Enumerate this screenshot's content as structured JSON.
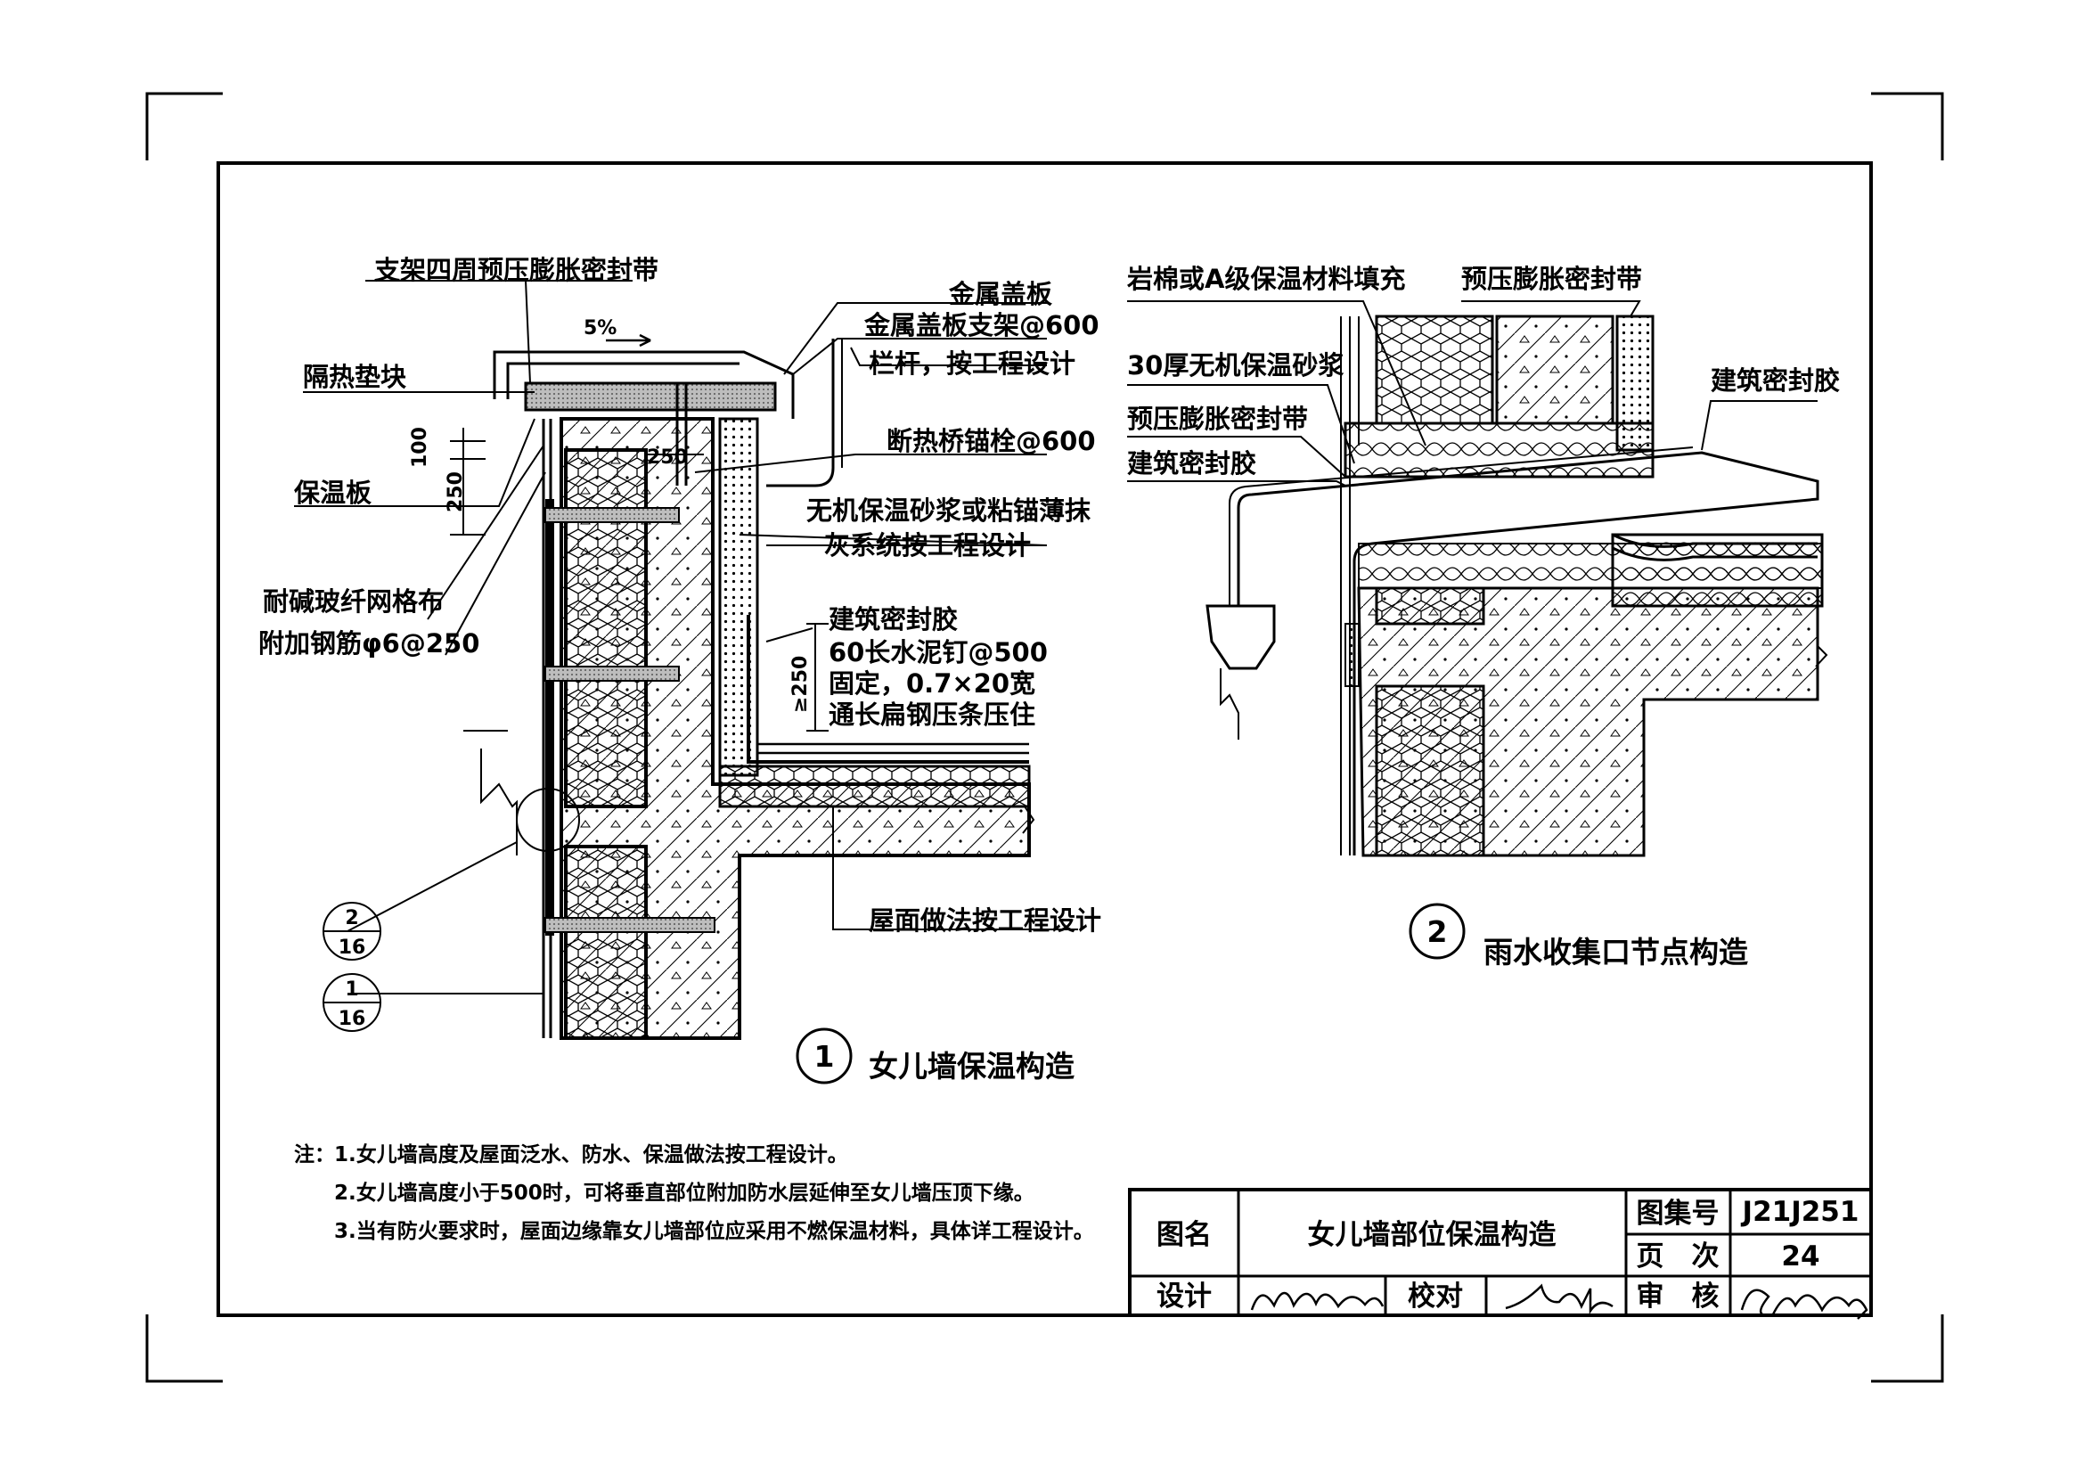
{
  "detail1": {
    "number": "1",
    "title": "女儿墙保温构造",
    "slope": "5%",
    "labels": {
      "metal_cap": "金属盖板",
      "metal_cap_bracket": "金属盖板支架@600",
      "railing": "栏杆，按工程设计",
      "bracket_tape": "支架四周预压膨胀密封带",
      "heat_pad": "隔热垫块",
      "insulation_board": "保温板",
      "anchor": "断热桥锚栓@600",
      "mortar_line1": "无机保温砂浆或粘锚薄抹",
      "mortar_line2": "灰系统按工程设计",
      "mesh": "耐碱玻纤网格布",
      "rebar": "附加钢筋φ6@250",
      "sealant": "建筑密封胶",
      "nail_line1": "60长水泥钉@500",
      "nail_line2": "固定，0.7×20宽",
      "nail_line3": "通长扁钢压条压住",
      "roof": "屋面做法按工程设计"
    },
    "dims": {
      "d100": "100",
      "d250a": "250",
      "d250b": "250",
      "d250c": "≥250"
    },
    "refs": [
      {
        "num": "2",
        "den": "16"
      },
      {
        "num": "1",
        "den": "16"
      }
    ]
  },
  "detail2": {
    "number": "2",
    "title": "雨水收集口节点构造",
    "labels": {
      "rockwool": "岩棉或A级保温材料填充",
      "tape_top": "预压膨胀密封带",
      "mortar30": "30厚无机保温砂浆",
      "tape_left": "预压膨胀密封带",
      "sealant_left": "建筑密封胶",
      "sealant_right": "建筑密封胶"
    }
  },
  "notes": {
    "prefix": "注：",
    "items": [
      "1.女儿墙高度及屋面泛水、防水、保温做法按工程设计。",
      "2.女儿墙高度小于500时，可将垂直部位附加防水层延伸至女儿墙压顶下缘。",
      "3.当有防火要求时，屋面边缘靠女儿墙部位应采用不燃保温材料，具体详工程设计。"
    ]
  },
  "title_block": {
    "name_label": "图名",
    "name_value": "女儿墙部位保温构造",
    "atlas_label": "图集号",
    "atlas_value": "J21J251",
    "page_label": "页　次",
    "page_value": "24",
    "design_label": "设计",
    "check_label": "校对",
    "review_label": "审　核"
  }
}
